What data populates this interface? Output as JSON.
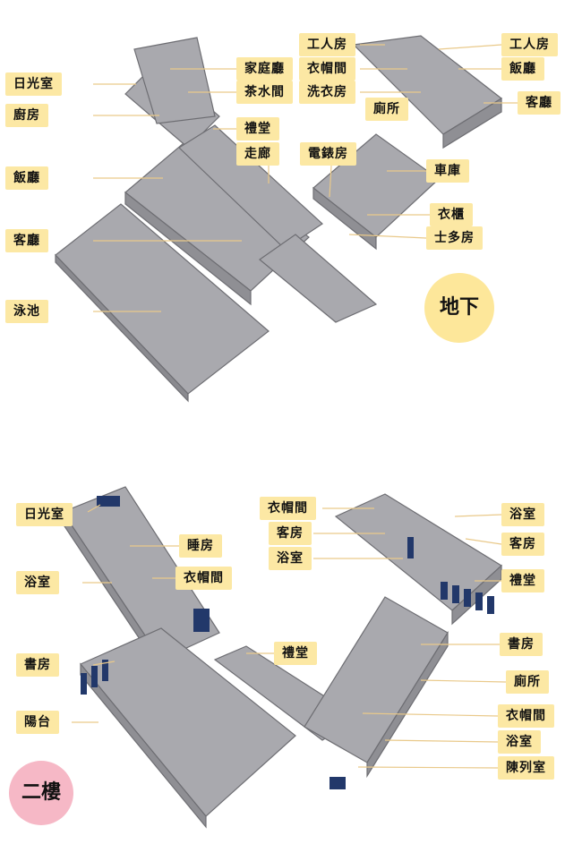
{
  "floors": {
    "basement": {
      "title": "地下",
      "labels": {
        "sunroom": "日光室",
        "kitchen": "廚房",
        "dining": "飯廳",
        "living": "客廳",
        "pool": "泳池",
        "family_hall": "家庭廳",
        "tea_room": "茶水間",
        "chapel": "禮堂",
        "corridor": "走廊",
        "electric_meter": "電錶房",
        "servant_room_1": "工人房",
        "cloakroom": "衣帽間",
        "laundry": "洗衣房",
        "toilet": "廁所",
        "servant_room_2": "工人房",
        "dining_2": "飯廳",
        "living_2": "客廳",
        "garage": "車庫",
        "wardrobe": "衣櫃",
        "store_room": "士多房"
      }
    },
    "second": {
      "title": "二樓",
      "labels": {
        "sunroom": "日光室",
        "bathroom_left": "浴室",
        "study_left": "書房",
        "balcony": "陽台",
        "bedroom": "睡房",
        "cloakroom_left": "衣帽間",
        "cloakroom_top": "衣帽間",
        "guest_room_left": "客房",
        "bathroom_mid": "浴室",
        "chapel_center": "禮堂",
        "bathroom_right": "浴室",
        "guest_room_right": "客房",
        "chapel_right": "禮堂",
        "study_right": "書房",
        "toilet": "廁所",
        "cloakroom_right": "衣帽間",
        "bathroom_lower": "浴室",
        "exhibition_room": "陳列室"
      }
    }
  },
  "colors": {
    "label_bg": "#fce8a4",
    "wall": "#8f8f94",
    "floor": "#a9a9ae",
    "dark": "#6e6e73",
    "window": "#22386a",
    "leader": "#e9c98a",
    "badge_basement": "#fde79a",
    "badge_second": "#f6b8c6"
  }
}
